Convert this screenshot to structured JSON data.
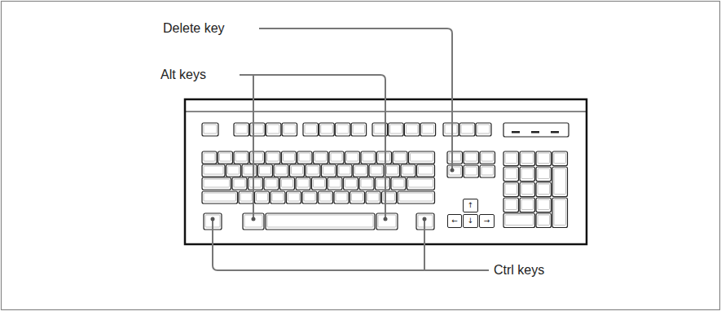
{
  "diagram": {
    "nodes": [
      {
        "text": [
          "↑"
        ]
      },
      {
        "text": [
          "←"
        ]
      },
      {
        "text": [
          "↓"
        ]
      },
      {
        "text": [
          "→"
        ]
      }
    ],
    "labels": [
      "Delete key",
      "Alt keys",
      "Ctrl keys"
    ]
  }
}
